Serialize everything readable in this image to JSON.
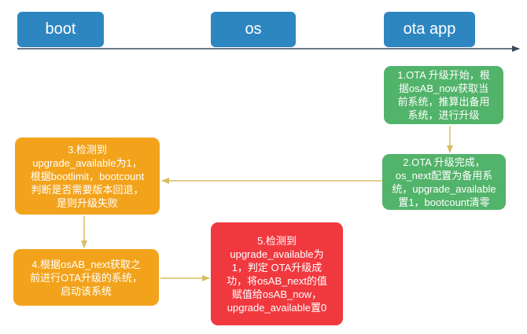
{
  "stages": [
    {
      "label": "boot"
    },
    {
      "label": "os"
    },
    {
      "label": "ota app"
    }
  ],
  "boxes": [
    {
      "text": "1.OTA 升级开始，根\n据osAB_now获取当\n前系统，推算出备用\n系统，进行升级"
    },
    {
      "text": "2.OTA 升级完成，\nos_next配置为备用系\n统，upgrade_available\n置1，bootcount清零"
    },
    {
      "text": "3.检测到\nupgrade_available为1，\n根据bootlimit，bootcount\n判断是否需要版本回退，\n是则升级失败"
    },
    {
      "text": "4.根据osAB_next获取之\n前进行OTA升级的系统，\n启动该系统"
    },
    {
      "text": "5.检测到\nupgrade_available为\n1，判定 OTA升级成\n功，将osAB_next的值\n赋值给osAB_now，\nupgrade_available置0"
    }
  ],
  "colors": {
    "stage": "#2e86c1",
    "green": "#52b36a",
    "orange": "#f2a31b",
    "red": "#f0393f",
    "arrow": "#d7bd63",
    "timeline": "#3b4a5a"
  }
}
